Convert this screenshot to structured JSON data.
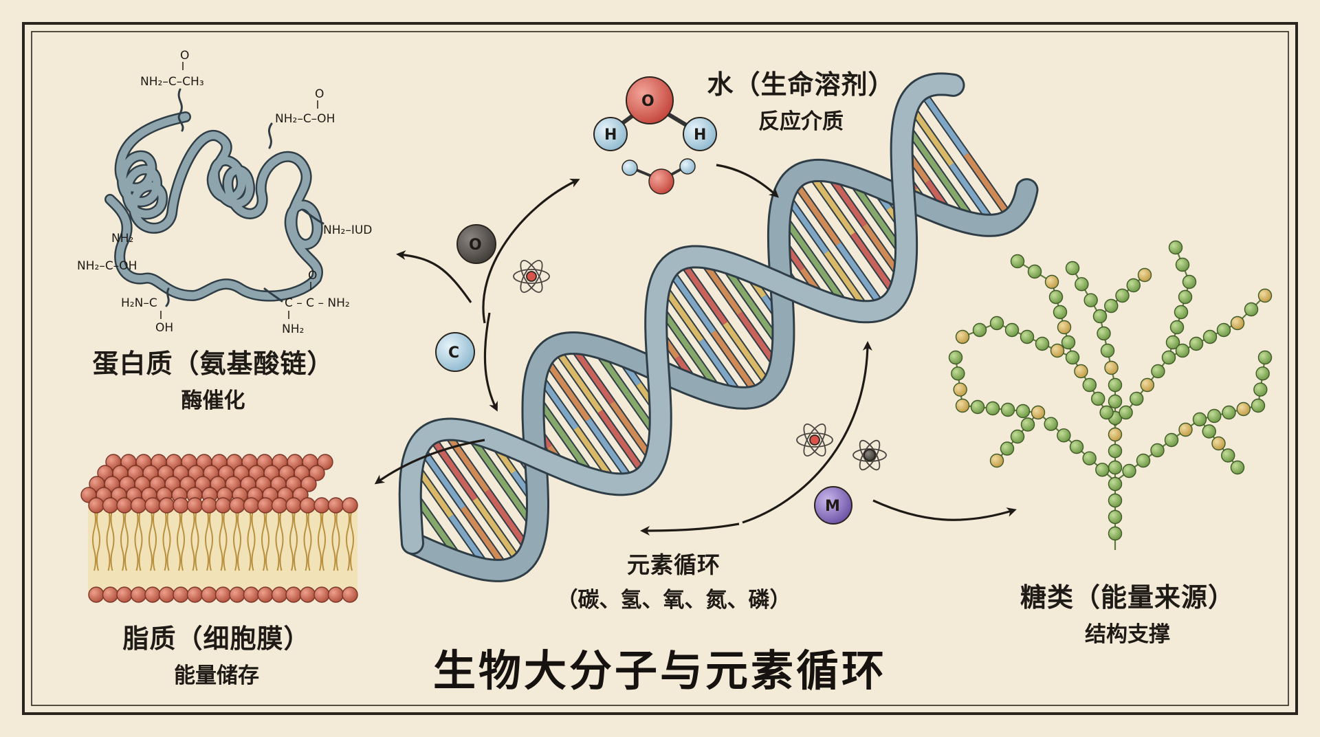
{
  "title": "生物大分子与元素循环",
  "labels": {
    "protein": {
      "title": "蛋白质（氨基酸链）",
      "subtitle": "酶催化"
    },
    "water": {
      "title": "水（生命溶剂）",
      "subtitle": "反应介质"
    },
    "lipid": {
      "title": "脂质（细胞膜）",
      "subtitle": "能量储存"
    },
    "sugar": {
      "title": "糖类（能量来源）",
      "subtitle": "结构支撑"
    },
    "cycle": {
      "title": "元素循环",
      "subtitle": "（碳、氢、氧、氮、磷）"
    }
  },
  "protein_groups": {
    "g1": "NH₂–C–CH₃",
    "g1_top": "O",
    "g2": "NH₂–C–OH",
    "g2_top": "O",
    "g3": "NH₂–IUD",
    "g4a": "NH₂",
    "g4b": "NH₂–C–OH",
    "g5a": "H₂N–C",
    "g5b": "OH",
    "g6a": "C – C – NH₂",
    "g6b": "NH₂",
    "g6_top": "O"
  },
  "atoms": {
    "water_o": "O",
    "water_h1": "H",
    "water_h2": "H",
    "oxygen": "O",
    "carbon": "C",
    "m": "M"
  },
  "colors": {
    "background": "#f3ead8",
    "ink": "#1e1a16",
    "ribbon": "#8fa5ae",
    "oxygen_red": "#d9544a",
    "carbon_blue": "#a8cde0",
    "lipid_head": "#c96a55",
    "lipid_tail": "#d9b867",
    "sugar_green": "#86b05c",
    "sugar_yellow": "#d9b867",
    "m_purple": "#8e73c2"
  }
}
